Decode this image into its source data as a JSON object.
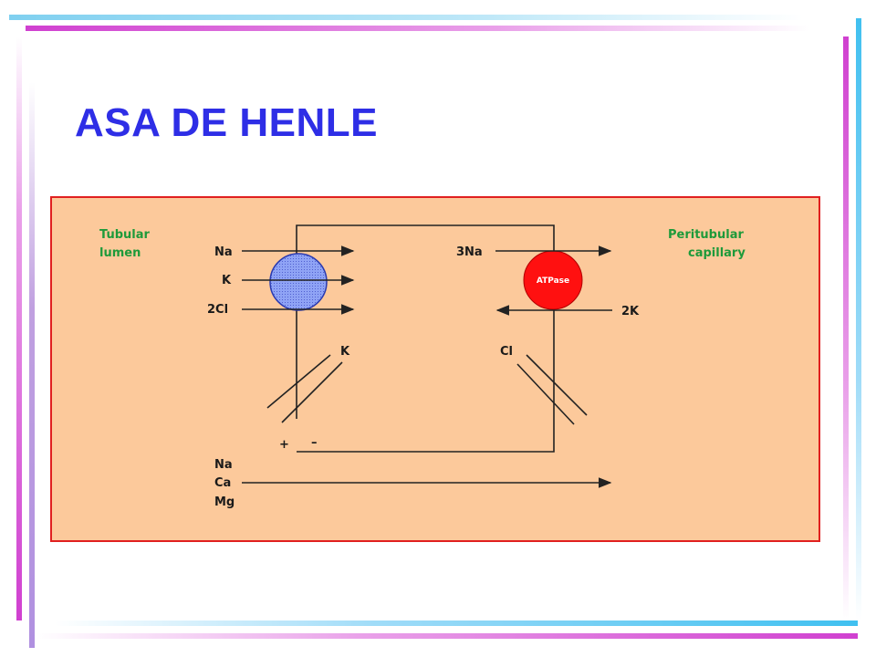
{
  "slide": {
    "title": "ASA DE HENLE",
    "colors": {
      "title": "#2e2ee6",
      "panel_background": "#fcc99b",
      "panel_border": "#e02020",
      "region_label": "#1e9a3a",
      "cotransporter": "#7a8ef0",
      "atpase": "#ff1010"
    }
  },
  "diagram": {
    "lumen_label": [
      "Tubular",
      "lumen"
    ],
    "capillary_label": [
      "Peritubular",
      "capillary"
    ],
    "cotransporter_ions": [
      "Na",
      "K",
      "2Cl"
    ],
    "pump_label": "ATPase",
    "pump_in": "3Na",
    "pump_out": "2K",
    "channel_k": "K",
    "channel_cl": "Cl",
    "plus": "+",
    "minus": "–",
    "paracellular_ions": [
      "Na",
      "Ca",
      "Mg"
    ]
  }
}
